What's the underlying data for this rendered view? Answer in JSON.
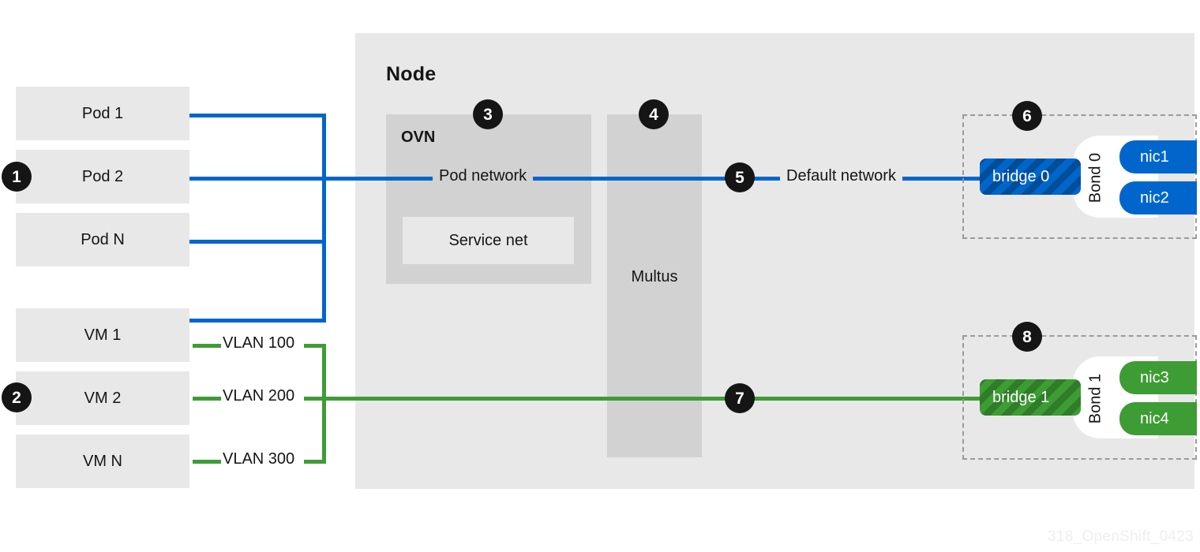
{
  "watermark": "318_OpenShift_0423",
  "node": {
    "title": "Node",
    "ovn": {
      "title": "OVN",
      "pod_network_label": "Pod network",
      "service_net_label": "Service net"
    },
    "multus": {
      "label": "Multus"
    },
    "default_network_label": "Default network"
  },
  "workloads": {
    "pods": [
      {
        "label": "Pod 1"
      },
      {
        "label": "Pod 2"
      },
      {
        "label": "Pod N"
      }
    ],
    "vms": [
      {
        "label": "VM 1"
      },
      {
        "label": "VM 2"
      },
      {
        "label": "VM N"
      }
    ]
  },
  "vlans": [
    {
      "label": "VLAN 100"
    },
    {
      "label": "VLAN 200"
    },
    {
      "label": "VLAN 300"
    }
  ],
  "bonds": [
    {
      "name": "Bond 0",
      "bridge": "bridge 0",
      "nics": [
        {
          "label": "nic1"
        },
        {
          "label": "nic2"
        }
      ]
    },
    {
      "name": "Bond 1",
      "bridge": "bridge 1",
      "nics": [
        {
          "label": "nic3"
        },
        {
          "label": "nic4"
        }
      ]
    }
  ],
  "badges": [
    {
      "number": "1"
    },
    {
      "number": "2"
    },
    {
      "number": "3"
    },
    {
      "number": "4"
    },
    {
      "number": "5"
    },
    {
      "number": "6"
    },
    {
      "number": "7"
    },
    {
      "number": "8"
    }
  ],
  "colors": {
    "pod_network_blue": "#0066CC",
    "vlan_green": "#3E9C35",
    "node_gray": "#E8E8E8",
    "ovn_gray": "#D2D2D2",
    "badge_black": "#151515"
  }
}
